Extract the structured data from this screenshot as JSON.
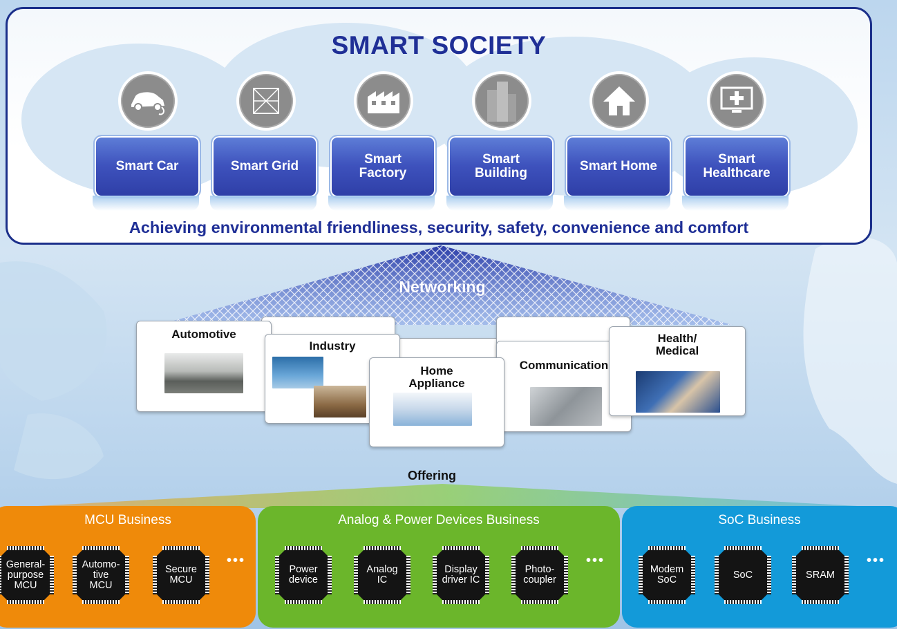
{
  "top": {
    "title": "SMART SOCIETY",
    "subtitle": "Achieving environmental friendliness, security, safety, convenience and comfort",
    "apps": [
      {
        "label": "Smart Car",
        "icon": "car-icon"
      },
      {
        "label": "Smart Grid",
        "icon": "grid-icon"
      },
      {
        "label": "Smart\nFactory",
        "icon": "factory-icon"
      },
      {
        "label": "Smart\nBuilding",
        "icon": "building-icon"
      },
      {
        "label": "Smart Home",
        "icon": "home-icon"
      },
      {
        "label": "Smart\nHealthcare",
        "icon": "healthcare-icon"
      }
    ]
  },
  "network": {
    "label": "Networking",
    "cards": [
      {
        "label": "Automotive"
      },
      {
        "label": "Industry"
      },
      {
        "label": "Home\nAppliance"
      },
      {
        "label": "Communication"
      },
      {
        "label": "Health/\nMedical"
      }
    ]
  },
  "offering": {
    "label": "Offering",
    "businesses": [
      {
        "title": "MCU Business",
        "color": "#ef8a0a",
        "chips": [
          "General-\npurpose\nMCU",
          "Automo-\ntive\nMCU",
          "Secure\nMCU"
        ],
        "more": "•••"
      },
      {
        "title": "Analog & Power Devices Business",
        "color": "#6bb62b",
        "chips": [
          "Power\ndevice",
          "Analog\nIC",
          "Display\ndriver IC",
          "Photo-\ncoupler"
        ],
        "more": "•••"
      },
      {
        "title": "SoC Business",
        "color": "#139ad9",
        "chips": [
          "Modem\nSoC",
          "SoC",
          "SRAM"
        ],
        "more": "•••"
      }
    ]
  }
}
